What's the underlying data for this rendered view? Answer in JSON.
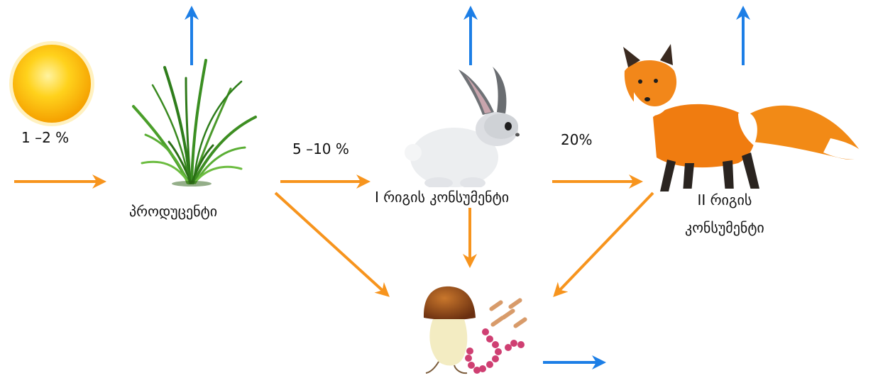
{
  "labels": {
    "sun_pct": "1 –2 %",
    "producer_pct": "5 –10 %",
    "consumer1_pct": "20%",
    "producer": "პროდუცენტი",
    "consumer1": "I რიგის კონსუმენტი",
    "consumer2_line1": "II რიგის",
    "consumer2_line2": "კონსუმენტი"
  },
  "colors": {
    "flow_arrow": "#f7941d",
    "loss_arrow": "#1c7ee6"
  },
  "icons": [
    "sun-icon",
    "grass-icon",
    "rabbit-icon",
    "fox-icon",
    "mushroom-icon",
    "bacteria-icon"
  ]
}
